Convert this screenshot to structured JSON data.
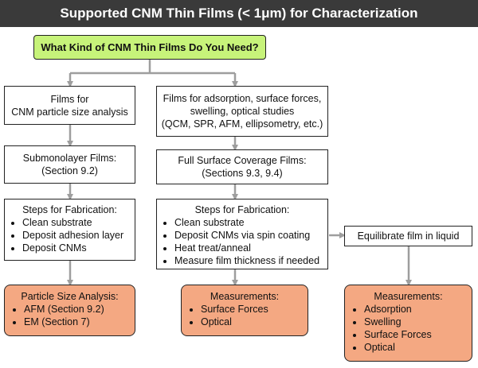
{
  "title": "Supported CNM Thin Films (< 1μm) for Characterization",
  "question": "What Kind of CNM Thin Films Do You Need?",
  "left": {
    "films": [
      "Films for",
      "CNM particle size analysis"
    ],
    "submonolayer": [
      "Submonolayer Films:",
      "(Section 9.2)"
    ],
    "steps_title": "Steps for Fabrication:",
    "steps": [
      "Clean substrate",
      "Deposit adhesion layer",
      "Deposit CNMs"
    ],
    "result_title": "Particle Size Analysis:",
    "result_items": [
      "AFM (Section 9.2)",
      "EM (Section 7)"
    ]
  },
  "right": {
    "films": [
      "Films for adsorption, surface forces,",
      "swelling, optical studies",
      "(QCM, SPR, AFM, ellipsometry, etc.)"
    ],
    "coverage": [
      "Full Surface Coverage Films:",
      "(Sections 9.3, 9.4)"
    ],
    "steps_title": "Steps for Fabrication:",
    "steps": [
      "Clean substrate",
      "Deposit CNMs via spin coating",
      "Heat treat/anneal",
      "Measure film thickness if needed"
    ],
    "result_title": "Measurements:",
    "result_items": [
      "Surface Forces",
      "Optical"
    ]
  },
  "liquid": {
    "equilibrate": "Equilibrate film in liquid",
    "result_title": "Measurements:",
    "result_items": [
      "Adsorption",
      "Swelling",
      "Surface Forces",
      "Optical"
    ]
  }
}
